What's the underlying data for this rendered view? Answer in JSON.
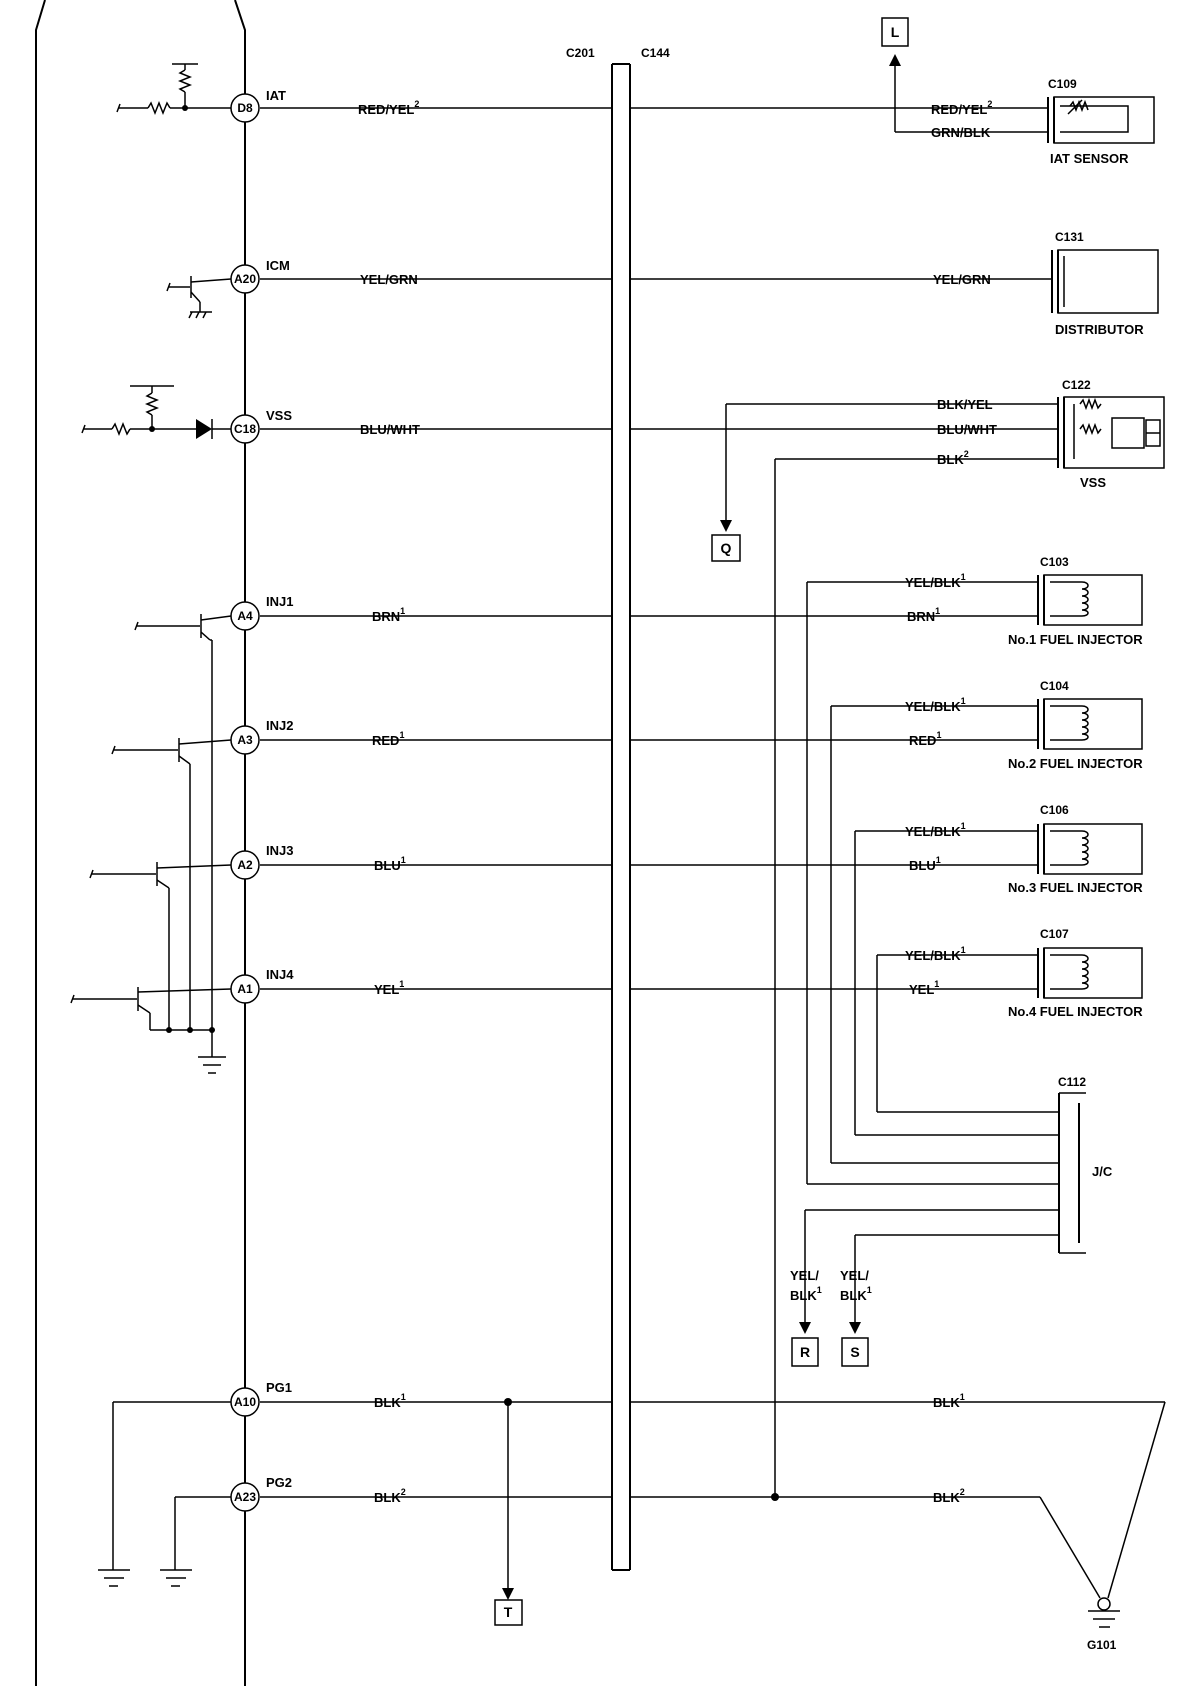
{
  "pins": [
    {
      "id": "D8",
      "signal": "IAT",
      "wire": "RED/YEL",
      "sup": "2"
    },
    {
      "id": "A20",
      "signal": "ICM",
      "wire": "YEL/GRN",
      "sup": ""
    },
    {
      "id": "C18",
      "signal": "VSS",
      "wire": "BLU/WHT",
      "sup": ""
    },
    {
      "id": "A4",
      "signal": "INJ1",
      "wire": "BRN",
      "sup": "1"
    },
    {
      "id": "A3",
      "signal": "INJ2",
      "wire": "RED",
      "sup": "1"
    },
    {
      "id": "A2",
      "signal": "INJ3",
      "wire": "BLU",
      "sup": "1"
    },
    {
      "id": "A1",
      "signal": "INJ4",
      "wire": "YEL",
      "sup": "1"
    },
    {
      "id": "A10",
      "signal": "PG1",
      "wire": "BLK",
      "sup": "1"
    },
    {
      "id": "A23",
      "signal": "PG2",
      "wire": "BLK",
      "sup": "2"
    }
  ],
  "connectors": {
    "c201": "C201",
    "c144": "C144",
    "c109": "C109",
    "c131": "C131",
    "c122": "C122",
    "c103": "C103",
    "c104": "C104",
    "c106": "C106",
    "c107": "C107",
    "c112": "C112",
    "g101": "G101"
  },
  "right_wires": {
    "iat_red_yel": {
      "text": "RED/YEL",
      "sup": "2"
    },
    "iat_grn_blk": {
      "text": "GRN/BLK",
      "sup": ""
    },
    "icm_yel_grn": {
      "text": "YEL/GRN",
      "sup": ""
    },
    "vss_blk_yel": {
      "text": "BLK/YEL",
      "sup": ""
    },
    "vss_blu_wht": {
      "text": "BLU/WHT",
      "sup": ""
    },
    "vss_blk": {
      "text": "BLK",
      "sup": "2"
    },
    "inj1_yel_blk": {
      "text": "YEL/BLK",
      "sup": "1"
    },
    "inj1_brn": {
      "text": "BRN",
      "sup": "1"
    },
    "inj2_yel_blk": {
      "text": "YEL/BLK",
      "sup": "1"
    },
    "inj2_red": {
      "text": "RED",
      "sup": "1"
    },
    "inj3_yel_blk": {
      "text": "YEL/BLK",
      "sup": "1"
    },
    "inj3_blu": {
      "text": "BLU",
      "sup": "1"
    },
    "inj4_yel_blk": {
      "text": "YEL/BLK",
      "sup": "1"
    },
    "inj4_yel": {
      "text": "YEL",
      "sup": "1"
    },
    "pg1_blk": {
      "text": "BLK",
      "sup": "1"
    },
    "pg2_blk": {
      "text": "BLK",
      "sup": "2"
    },
    "r_yel_blk_1": {
      "text": "YEL/",
      "sup": ""
    },
    "r_yel_blk_2": {
      "text": "BLK",
      "sup": "1"
    },
    "s_yel_blk_1": {
      "text": "YEL/",
      "sup": ""
    },
    "s_yel_blk_2": {
      "text": "BLK",
      "sup": "1"
    }
  },
  "components": {
    "iat_sensor": "IAT SENSOR",
    "distributor": "DISTRIBUTOR",
    "vss": "VSS",
    "inj1": "No.1 FUEL INJECTOR",
    "inj2": "No.2 FUEL INJECTOR",
    "inj3": "No.3 FUEL INJECTOR",
    "inj4": "No.4 FUEL INJECTOR",
    "jc": "J/C"
  },
  "refs": {
    "L": "L",
    "Q": "Q",
    "R": "R",
    "S": "S",
    "T": "T"
  }
}
